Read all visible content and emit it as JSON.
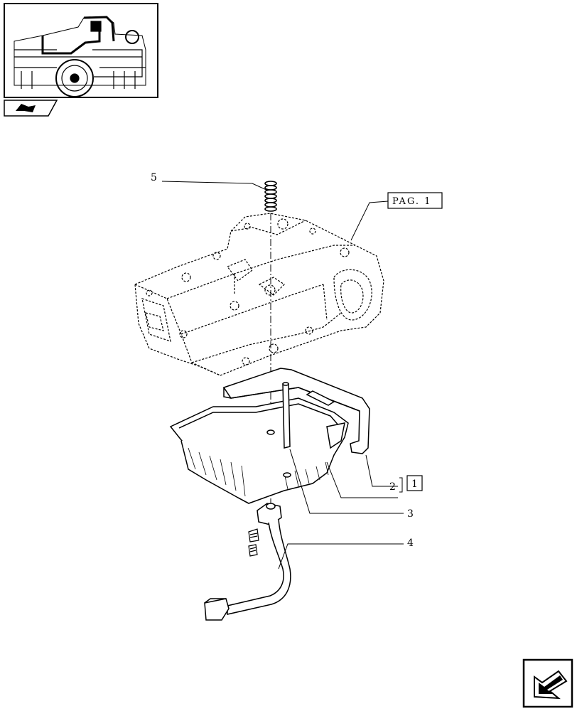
{
  "callouts": {
    "c5": "5",
    "c2": "2",
    "c3": "3",
    "c4": "4"
  },
  "kit_ref": "1",
  "page_ref": "PAG. 1",
  "icons": {
    "thumbnail": "tractor-location-thumbnail",
    "section": "book-tab-icon",
    "nav": "next-page-arrow-icon"
  },
  "colors": {
    "ink": "#000000",
    "paper": "#ffffff"
  }
}
